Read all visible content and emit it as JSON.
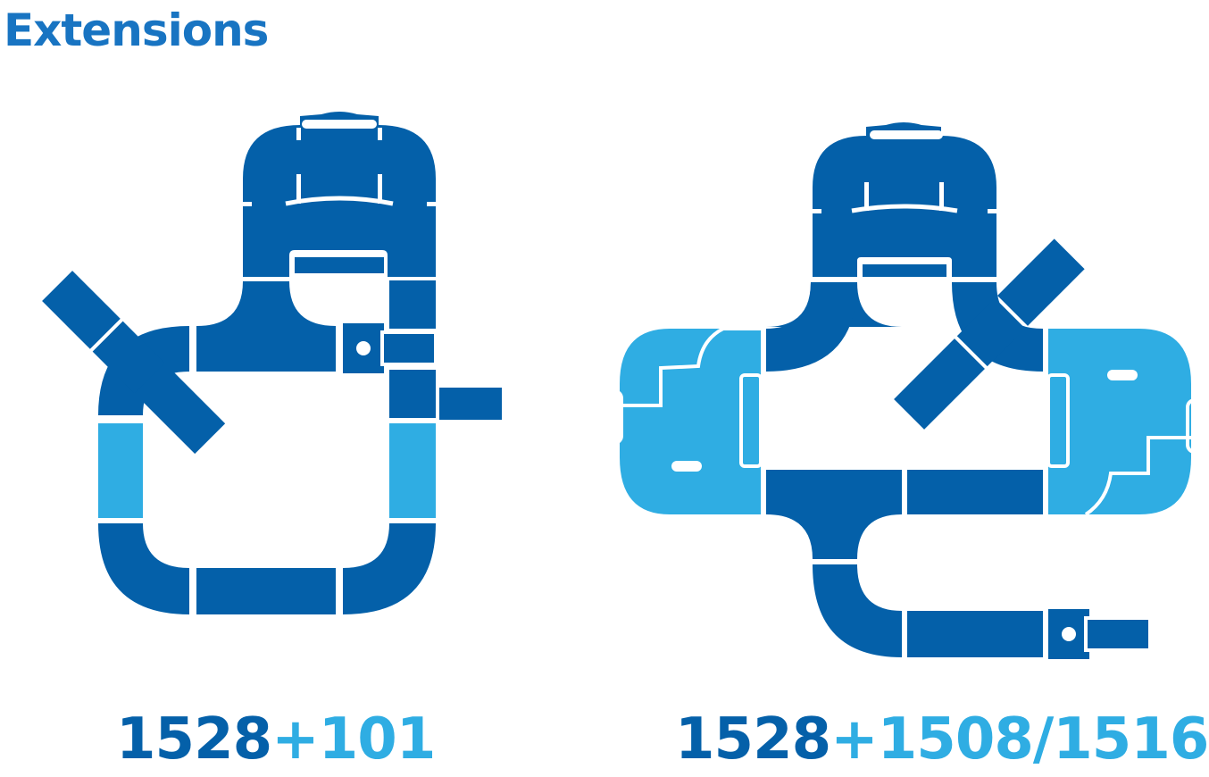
{
  "title": "Extensions",
  "colors": {
    "dark_blue": "#0460A9",
    "light_blue": "#2FADE3",
    "title_blue": "#1874C2",
    "background": "#FFFFFF"
  },
  "layouts": [
    {
      "caption_base": "1528",
      "caption_plus": "+",
      "caption_ext": "101"
    },
    {
      "caption_base": "1528",
      "caption_plus": "+",
      "caption_ext": "1508/1516"
    }
  ]
}
